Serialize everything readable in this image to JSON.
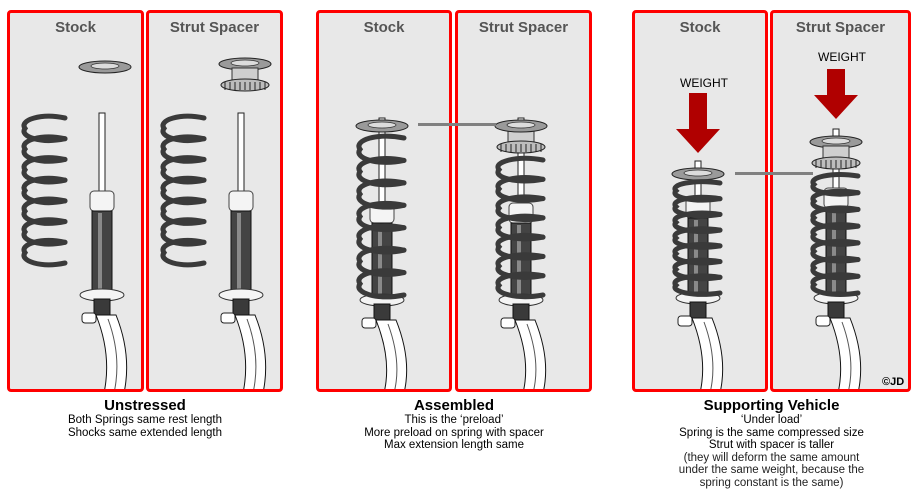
{
  "groups": [
    {
      "id": "unstressed",
      "panels": [
        {
          "title": "Stock",
          "state": "unstressed",
          "spacer": false
        },
        {
          "title": "Strut Spacer",
          "state": "unstressed",
          "spacer": true
        }
      ],
      "caption": {
        "title": "Unstressed",
        "lines": [
          "Both Springs same rest length",
          "Shocks same extended length"
        ]
      }
    },
    {
      "id": "assembled",
      "panels": [
        {
          "title": "Stock",
          "state": "assembled",
          "spacer": false
        },
        {
          "title": "Strut Spacer",
          "state": "assembled",
          "spacer": true
        }
      ],
      "caption": {
        "title": "Assembled",
        "lines": [
          "This is the ‘preload’",
          "More preload on spring with spacer",
          "Max extension length same"
        ]
      }
    },
    {
      "id": "supporting",
      "panels": [
        {
          "title": "Stock",
          "state": "loaded",
          "spacer": false,
          "weight_label": "WEIGHT"
        },
        {
          "title": "Strut Spacer",
          "state": "loaded",
          "spacer": true,
          "weight_label": "WEIGHT"
        }
      ],
      "caption": {
        "title": "Supporting Vehicle",
        "lines": [
          "‘Under load’",
          "Spring is the same compressed size",
          "Strut with spacer is taller",
          "(they will deform the same amount",
          "under the same weight, because the",
          "spring constant is the same)"
        ]
      }
    }
  ],
  "copyright": "©JD",
  "colors": {
    "panel_border": "#ff0000",
    "panel_bg": "#e8e8e8",
    "weight_arrow": "#b00000",
    "spring": "#3a3a3a",
    "connector": "#808080"
  }
}
